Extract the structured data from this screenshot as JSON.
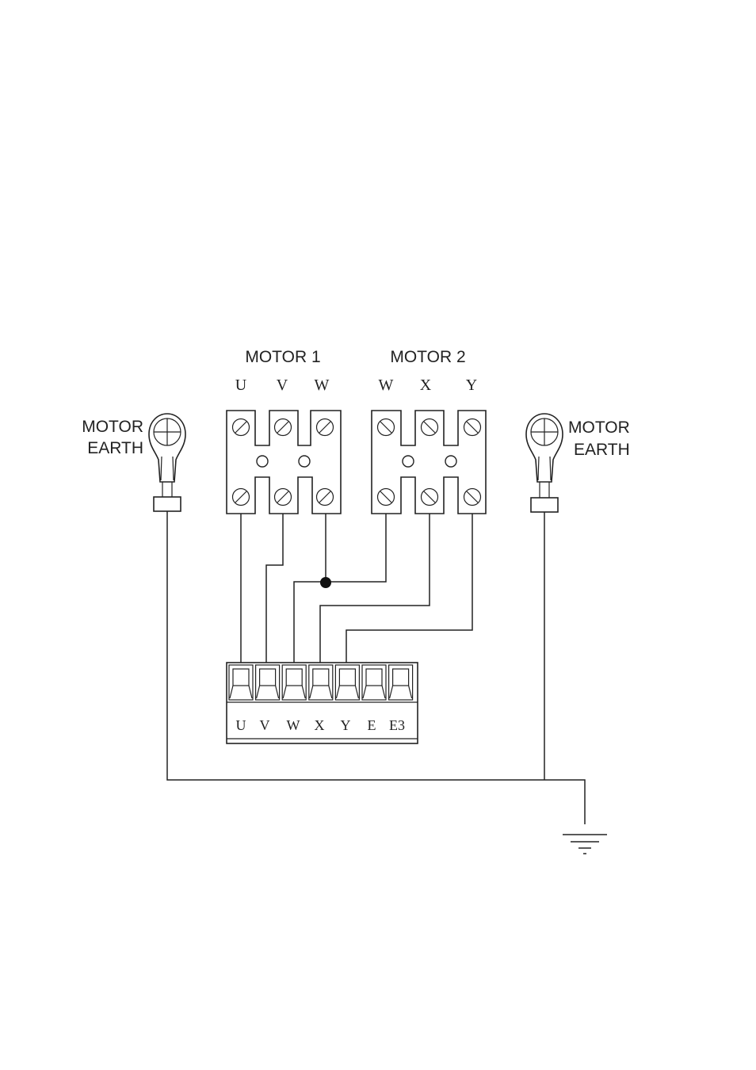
{
  "motor1": {
    "title": "MOTOR 1",
    "terminals": [
      "U",
      "V",
      "W"
    ]
  },
  "motor2": {
    "title": "MOTOR 2",
    "terminals": [
      "W",
      "X",
      "Y"
    ]
  },
  "left_earth": {
    "line1": "MOTOR",
    "line2": "EARTH"
  },
  "right_earth": {
    "line1": "MOTOR",
    "line2": "EARTH"
  },
  "connector_block": {
    "labels": [
      "U",
      "V",
      "W",
      "X",
      "Y",
      "E",
      "E3"
    ]
  },
  "colors": {
    "ink": "#222222",
    "background": "#ffffff"
  },
  "icons": {
    "earth_lug": "ring-terminal-with-screw-icon",
    "ground": "ground-symbol-icon",
    "junction": "junction-dot"
  }
}
